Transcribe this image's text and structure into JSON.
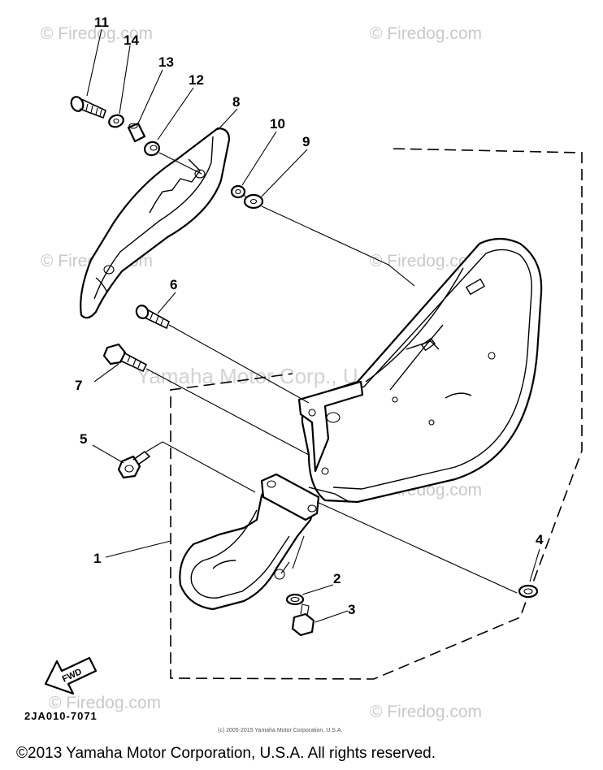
{
  "watermarks": {
    "firedog": "© Firedog.com",
    "center": "Yamaha Motor Corp., U.S.A"
  },
  "callouts": [
    "11",
    "14",
    "13",
    "12",
    "8",
    "10",
    "9",
    "6",
    "7",
    "5",
    "1",
    "2",
    "3",
    "4"
  ],
  "fwd_label": "FWD",
  "diagram_code": "2JA010-7071",
  "small_copyright": "(c) 2005-2015 Yamaha Motor Corporation, U.S.A.",
  "footer": "©2013 Yamaha Motor Corporation, U.S.A. All rights reserved."
}
